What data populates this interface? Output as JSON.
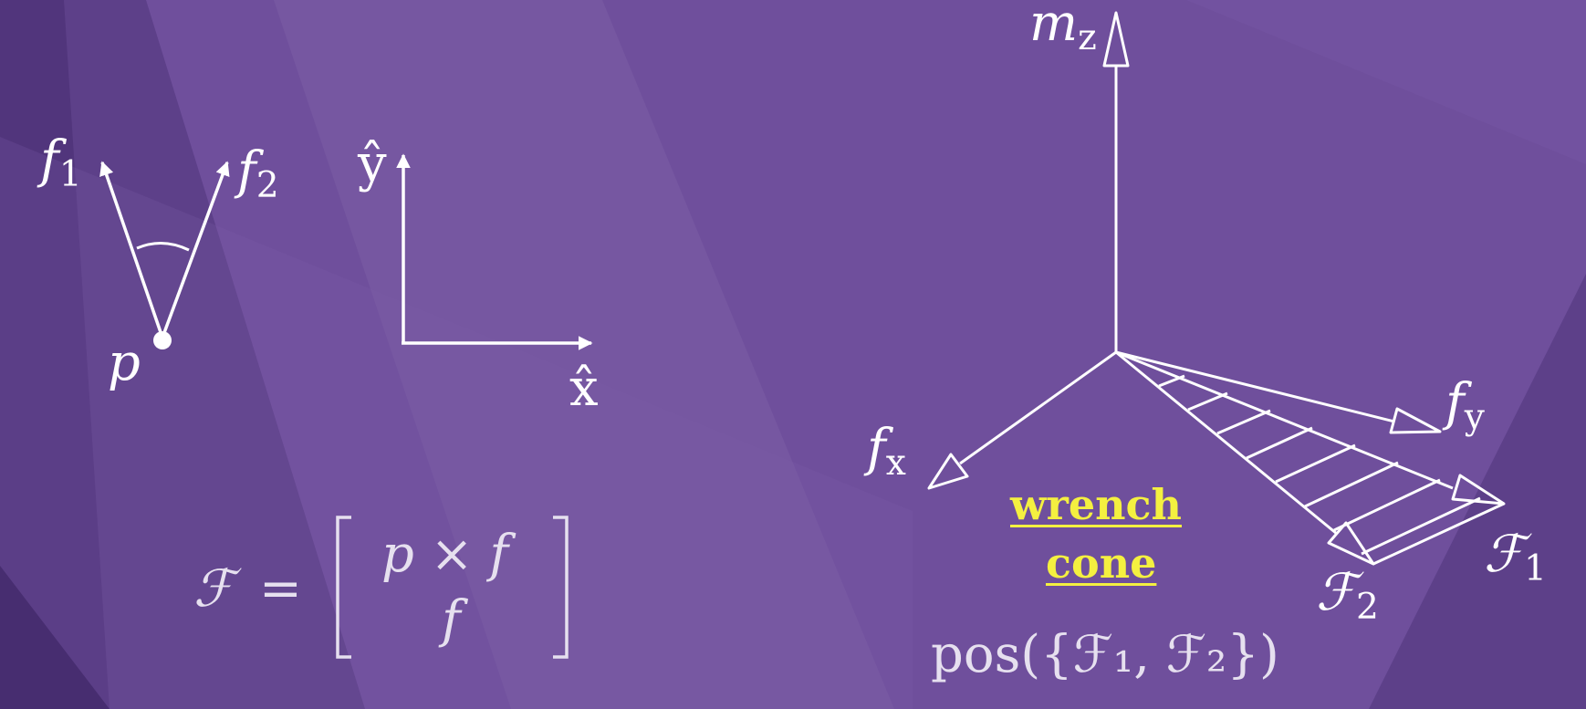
{
  "left_figure": {
    "f1_base": "f",
    "f1_sub": "1",
    "f2_base": "f",
    "f2_sub": "2",
    "point": "p",
    "y_axis": "ŷ",
    "x_axis": "x̂"
  },
  "formula": {
    "lhs": "ℱ",
    "equals": "=",
    "top_row": "p × f",
    "bottom_row": "f"
  },
  "wrench_figure": {
    "mz_base": "m",
    "mz_sub": "z",
    "fx_base": "f",
    "fx_sub": "x",
    "fy_base": "f",
    "fy_sub": "y",
    "F1_base": "ℱ",
    "F1_sub": "1",
    "F2_base": "ℱ",
    "F2_sub": "2",
    "highlight_line1": "wrench",
    "highlight_line2": "cone",
    "pos_text": "pos({ℱ₁, ℱ₂})"
  },
  "colors": {
    "background": "#6f4f9c",
    "lines": "#ffffff",
    "highlight": "#f4f040"
  }
}
